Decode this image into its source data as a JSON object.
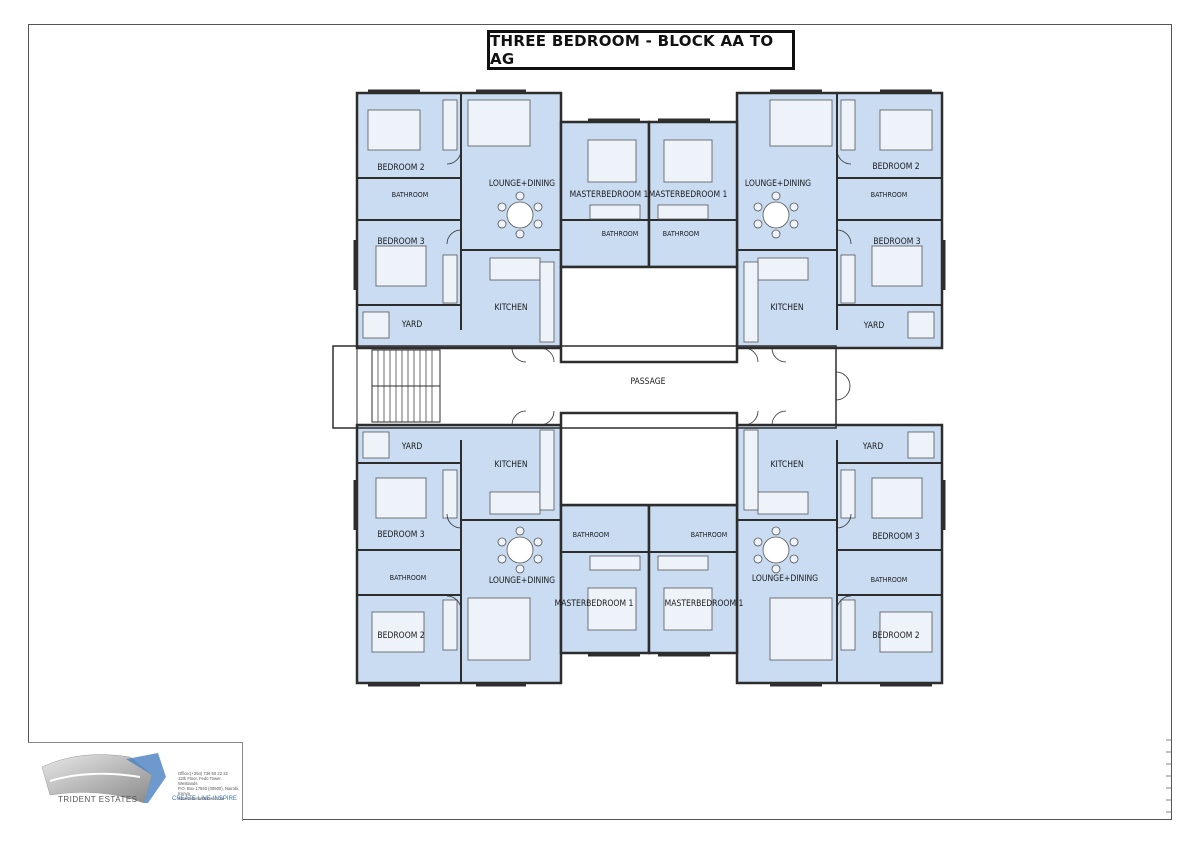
{
  "title": "THREE BEDROOM - BLOCK AA TO AG",
  "rooms": {
    "bedroom2": "BEDROOM 2",
    "bedroom3": "BEDROOM 3",
    "bathroom": "BATHROOM",
    "lounge": "LOUNGE+DINING",
    "master": "MASTERBEDROOM 1",
    "kitchen": "KITCHEN",
    "yard": "YARD",
    "passage": "PASSAGE"
  },
  "logo": {
    "name": "TRIDENT ESTATES",
    "tagline": "CREATE·LIVE·INSPIRE",
    "contact": [
      "Office:(+254) 736 50 22 22",
      "12th Floor, Fedo Tower, Westlands",
      "P.O. Box 17550 (00600), Nairobi, Kenya",
      "www.tridentestates.co.ke"
    ]
  },
  "colors": {
    "room_fill": "#c9dcf2",
    "wall": "#2d2d2d",
    "accent": "#3b74b8"
  }
}
